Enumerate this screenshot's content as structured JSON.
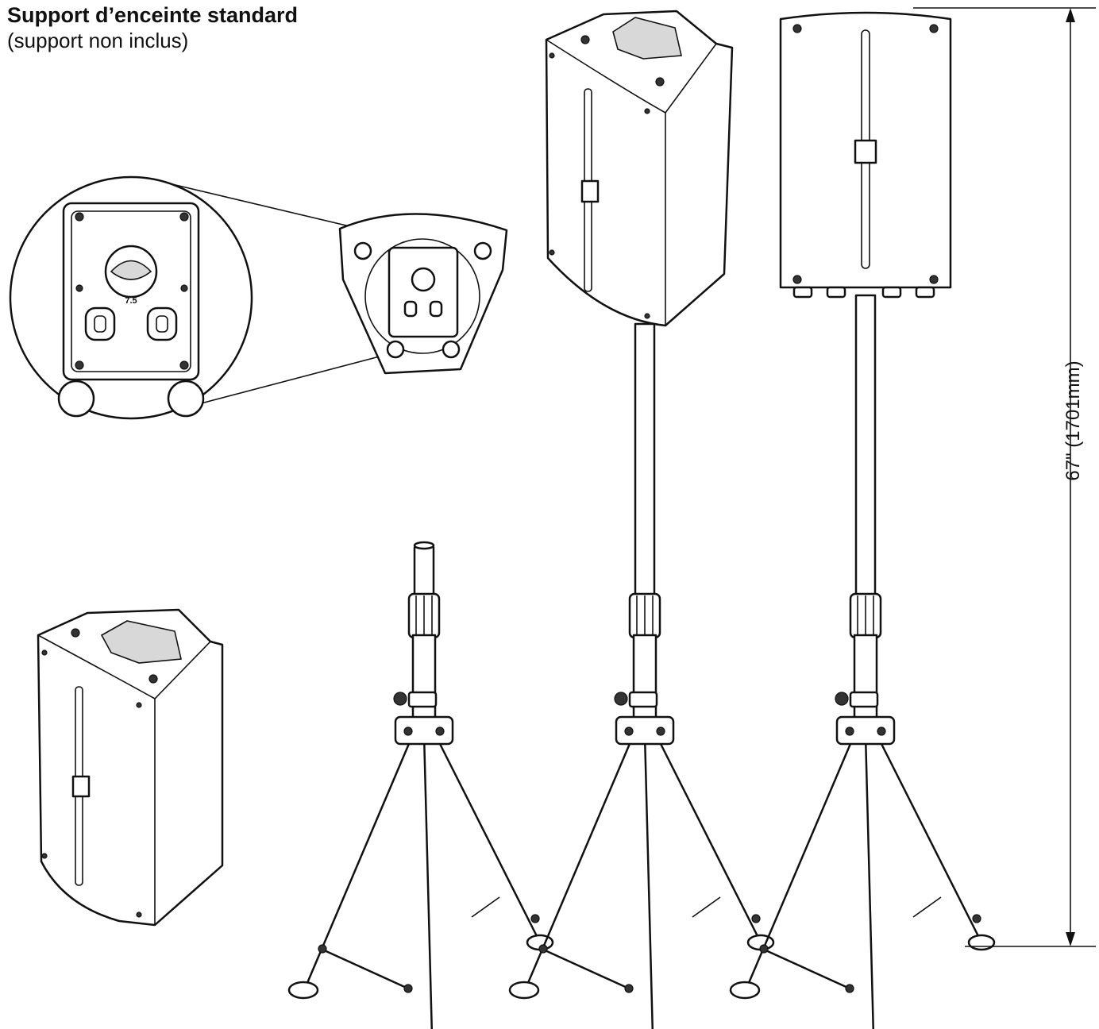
{
  "heading": {
    "title": "Support d’enceinte standard",
    "subtitle": "(support non inclus)"
  },
  "dimension": {
    "label": "67\"    (1701mm)"
  },
  "detail_view": {
    "plate_marking": "7.5"
  }
}
